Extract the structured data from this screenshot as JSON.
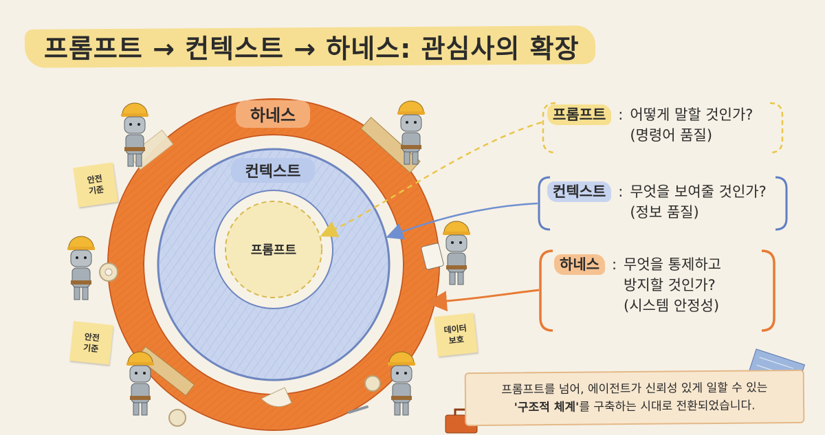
{
  "title": "프롬프트 → 컨텍스트 → 하네스: 관심사의 확장",
  "rings": {
    "harness_label": "하네스",
    "context_label": "컨텍스트",
    "prompt_label": "프롬프트"
  },
  "sticky_notes": [
    {
      "line1": "안전",
      "line2": "기준"
    },
    {
      "line1": "안전",
      "line2": "기준"
    },
    {
      "line1": "데이터",
      "line2": "보호"
    }
  ],
  "legend": [
    {
      "tag": "프롬프트",
      "colon": ":",
      "lines": [
        "어떻게 말할 것인가?",
        "(명령어 품질)"
      ]
    },
    {
      "tag": "컨텍스트",
      "colon": ":",
      "lines": [
        "무엇을 보여줄 것인가?",
        "(정보 품질)"
      ]
    },
    {
      "tag": "하네스",
      "colon": ":",
      "lines": [
        "무엇을 통제하고",
        "방지할 것인가?",
        "(시스템 안정성)"
      ]
    }
  ],
  "note": {
    "line1": "프롬프트를 넘어, 에이전트가 신뢰성 있게 일할 수 있는",
    "line2_strong": "'구조적 체계'",
    "line2_rest": "를 구축하는 시대로 전환되었습니다."
  },
  "colors": {
    "harness": "#ec7e33",
    "context": "#c9d5ef",
    "prompt": "#f6eabb",
    "prompt_arrow": "#e8c64a",
    "context_arrow": "#6f8fd0",
    "harness_arrow": "#e77a34"
  }
}
